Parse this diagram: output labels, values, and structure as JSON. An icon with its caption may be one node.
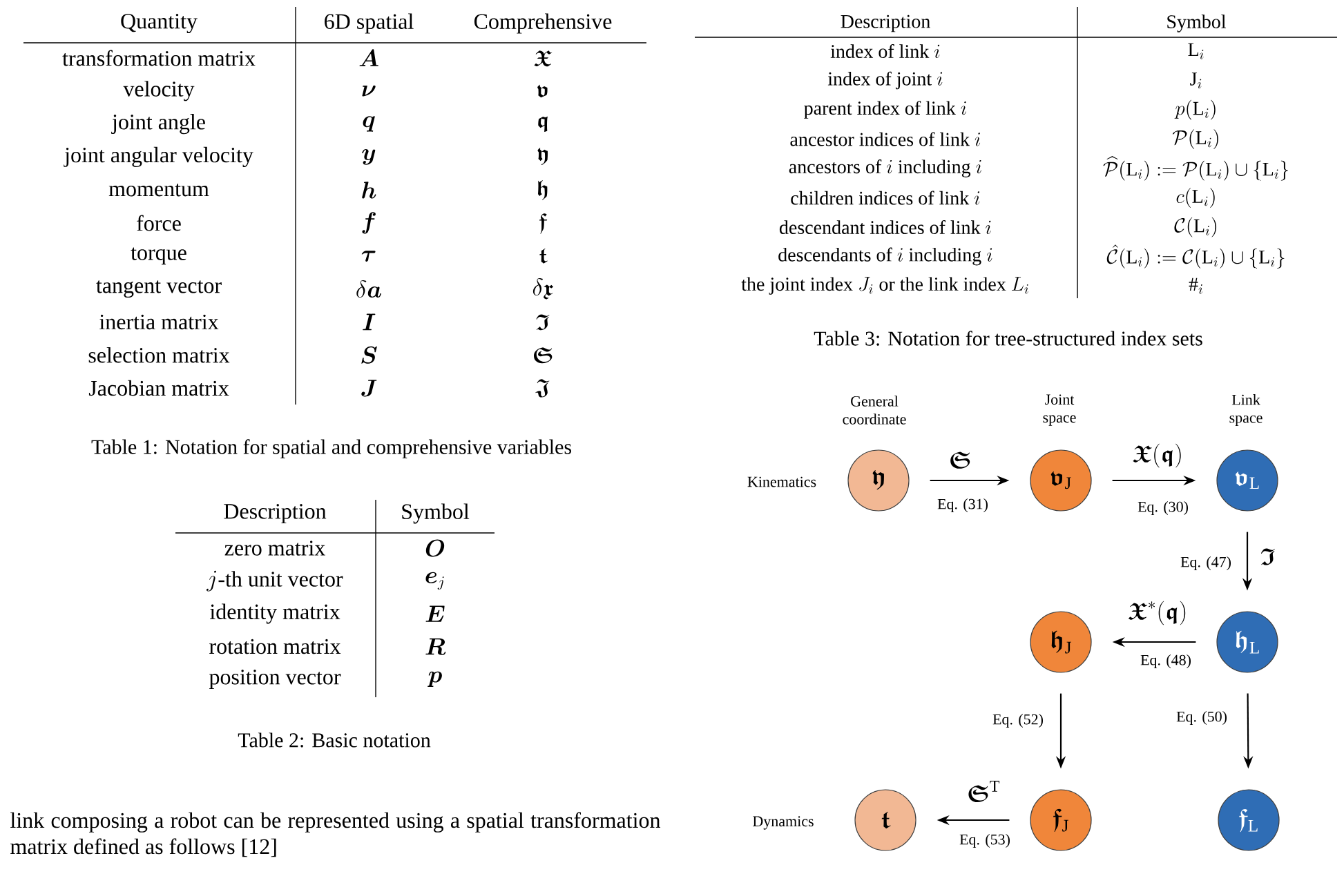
{
  "diagram": {
    "nodes": [
      {
        "text": [
          "\\boldsymbol{\\mathfrak{y}}"
        ]
      },
      {
        "text": [
          "\\boldsymbol{\\mathfrak{v}}_{\\mathrm{J}}"
        ]
      },
      {
        "text": [
          "\\boldsymbol{\\mathfrak{v}}_{\\mathrm{L}}"
        ]
      },
      {
        "text": [
          "\\boldsymbol{\\mathfrak{h}}_{\\mathrm{J}}"
        ]
      },
      {
        "text": [
          "\\boldsymbol{\\mathfrak{h}}_{\\mathrm{L}}"
        ]
      },
      {
        "text": [
          "\\boldsymbol{\\mathfrak{t}}"
        ]
      },
      {
        "text": [
          "\\boldsymbol{\\mathfrak{f}}_{\\mathrm{J}}"
        ]
      },
      {
        "text": [
          "\\boldsymbol{\\mathfrak{f}}_{\\mathrm{L}}"
        ]
      }
    ],
    "edges": [
      {
        "from": 0,
        "to": 1,
        "arrow": "to",
        "label": "Eq. (31)"
      },
      {
        "from": 1,
        "to": 2,
        "arrow": "to",
        "label": "Eq. (30)"
      },
      {
        "from": 2,
        "to": 4,
        "arrow": "to",
        "label": "Eq. (47)"
      },
      {
        "from": 4,
        "to": 3,
        "arrow": "to",
        "label": "Eq. (48)"
      },
      {
        "from": 3,
        "to": 6,
        "arrow": "to",
        "label": "Eq. (52)"
      },
      {
        "from": 4,
        "to": 7,
        "arrow": "to",
        "label": "Eq. (50)"
      },
      {
        "from": 6,
        "to": 5,
        "arrow": "to",
        "label": "Eq. (53)"
      }
    ],
    "labels": [
      "Quantity",
      "6D spatial",
      "Comprehensive",
      "transformation matrix",
      "\\boldsymbol{A}",
      "\\boldsymbol{\\mathfrak{X}}",
      "velocity",
      "\\boldsymbol{\\nu}",
      "\\boldsymbol{\\mathfrak{v}}",
      "joint angle",
      "\\boldsymbol{q}",
      "\\boldsymbol{\\mathfrak{q}}",
      "joint angular velocity",
      "\\boldsymbol{y}",
      "\\boldsymbol{\\mathfrak{y}}",
      "momentum",
      "\\boldsymbol{h}",
      "\\boldsymbol{\\mathfrak{h}}",
      "force",
      "\\boldsymbol{f}",
      "\\boldsymbol{\\mathfrak{f}}",
      "torque",
      "\\boldsymbol{\\tau}",
      "\\boldsymbol{\\mathfrak{t}}",
      "tangent vector",
      "\\delta\\boldsymbol{a}",
      "\\delta\\boldsymbol{\\mathfrak{x}}",
      "inertia matrix",
      "\\boldsymbol{I}",
      "\\boldsymbol{\\mathfrak{I}}",
      "selection matrix",
      "\\boldsymbol{S}",
      "\\boldsymbol{\\mathfrak{S}}",
      "Jacobian matrix",
      "\\boldsymbol{J}",
      "\\boldsymbol{\\mathfrak{J}}",
      "Table 1: Notation for spatial and comprehensive variables",
      "Description",
      "Symbol",
      "zero matrix",
      "\\boldsymbol{O}",
      "j\\text{-th unit vector}",
      "\\boldsymbol{e}_j",
      "identity matrix",
      "\\boldsymbol{E}",
      "rotation matrix",
      "\\boldsymbol{R}",
      "position vector",
      "\\boldsymbol{p}",
      "Table 2: Basic notation",
      "link composing a robot can be represented using a spatial transformation matrix defined as follows [12]",
      "Description",
      "Symbol",
      "\\text{index of link }i",
      "\\mathrm{L}_i",
      "\\text{index of joint }i",
      "\\mathrm{J}_i",
      "\\text{parent index of link }i",
      "p(\\mathrm{L}_i)",
      "\\text{ancestor indices of link }i",
      "\\mathcal{P}(\\mathrm{L}_i)",
      "\\text{ancestors of }i\\text{ including }i",
      "\\widehat{\\mathcal{P}}(\\mathrm{L}_i) := \\mathcal{P}(\\mathrm{L}_i) \\cup \\{\\mathrm{L}_i\\}",
      "\\text{children indices of link }i",
      "c(\\mathrm{L}_i)",
      "\\text{descendant indices of link }i",
      "\\mathcal{C}(\\mathrm{L}_i)",
      "\\text{descendants of }i\\text{ including }i",
      "\\hat{\\mathcal{C}}(\\mathrm{L}_i) := \\mathcal{C}(\\mathrm{L}_i) \\cup \\{\\mathrm{L}_i\\}",
      "\\text{the joint index }J_i\\text{ or the link index }L_i",
      "\\#_i",
      "Table 3: Notation for tree-structured index sets",
      "General coordinate",
      "Joint space",
      "Link space",
      "Kinematics",
      "\\boldsymbol{\\mathfrak{S}}",
      "\\boldsymbol{\\mathfrak{X}}(\\boldsymbol{\\mathfrak{q}})",
      "\\boldsymbol{\\mathfrak{I}}",
      "\\boldsymbol{\\mathfrak{X}}^{*}(\\boldsymbol{\\mathfrak{q}})",
      "\\boldsymbol{\\mathfrak{S}}^{\\mathrm{T}}",
      "Dynamics"
    ]
  }
}
